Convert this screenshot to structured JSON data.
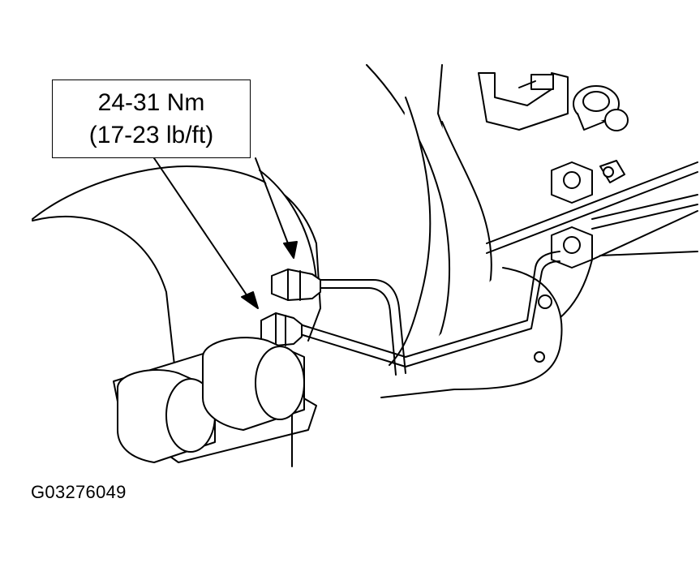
{
  "callout": {
    "torque_metric": "24-31 Nm",
    "torque_imperial": "(17-23 lb/ft)"
  },
  "figure": {
    "id": "G03276049"
  },
  "colors": {
    "ink": "#000000",
    "paper": "#ffffff"
  }
}
